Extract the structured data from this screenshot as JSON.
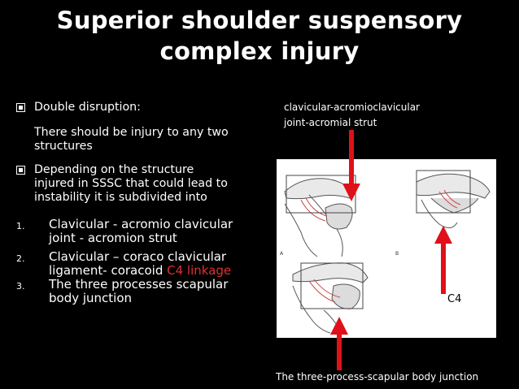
{
  "title": {
    "line1": "Superior shoulder suspensory",
    "line2": "complex injury"
  },
  "bullets": {
    "b1": "Double disruption:",
    "p1a": "There should be injury to any two",
    "p1b": "structures",
    "b2a": "Depending on the structure",
    "b2b": "injured in SSSC that could lead to",
    "b2c": "instability it  is subdivided into"
  },
  "list": [
    {
      "num": "1.",
      "line1": "Clavicular - acromio clavicular",
      "line2": "joint -  acromion strut"
    },
    {
      "num": "2.",
      "line1": "Clavicular – coraco clavicular",
      "line2a": "ligament- coracoid ",
      "line2b": "C4 linkage"
    },
    {
      "num": "3.",
      "line1": "The three processes scapular",
      "line2": "body junction"
    }
  ],
  "captions": {
    "top1": "clavicular-acromioclavicular",
    "top2": "joint-acromial strut",
    "bottom": "The three-process-scapular body junction",
    "c4": "C4",
    "panel_a": "A",
    "panel_b": "B"
  },
  "colors": {
    "background": "#000000",
    "text": "#ffffff",
    "highlight": "#e03030",
    "arrow": "#e0101a"
  }
}
